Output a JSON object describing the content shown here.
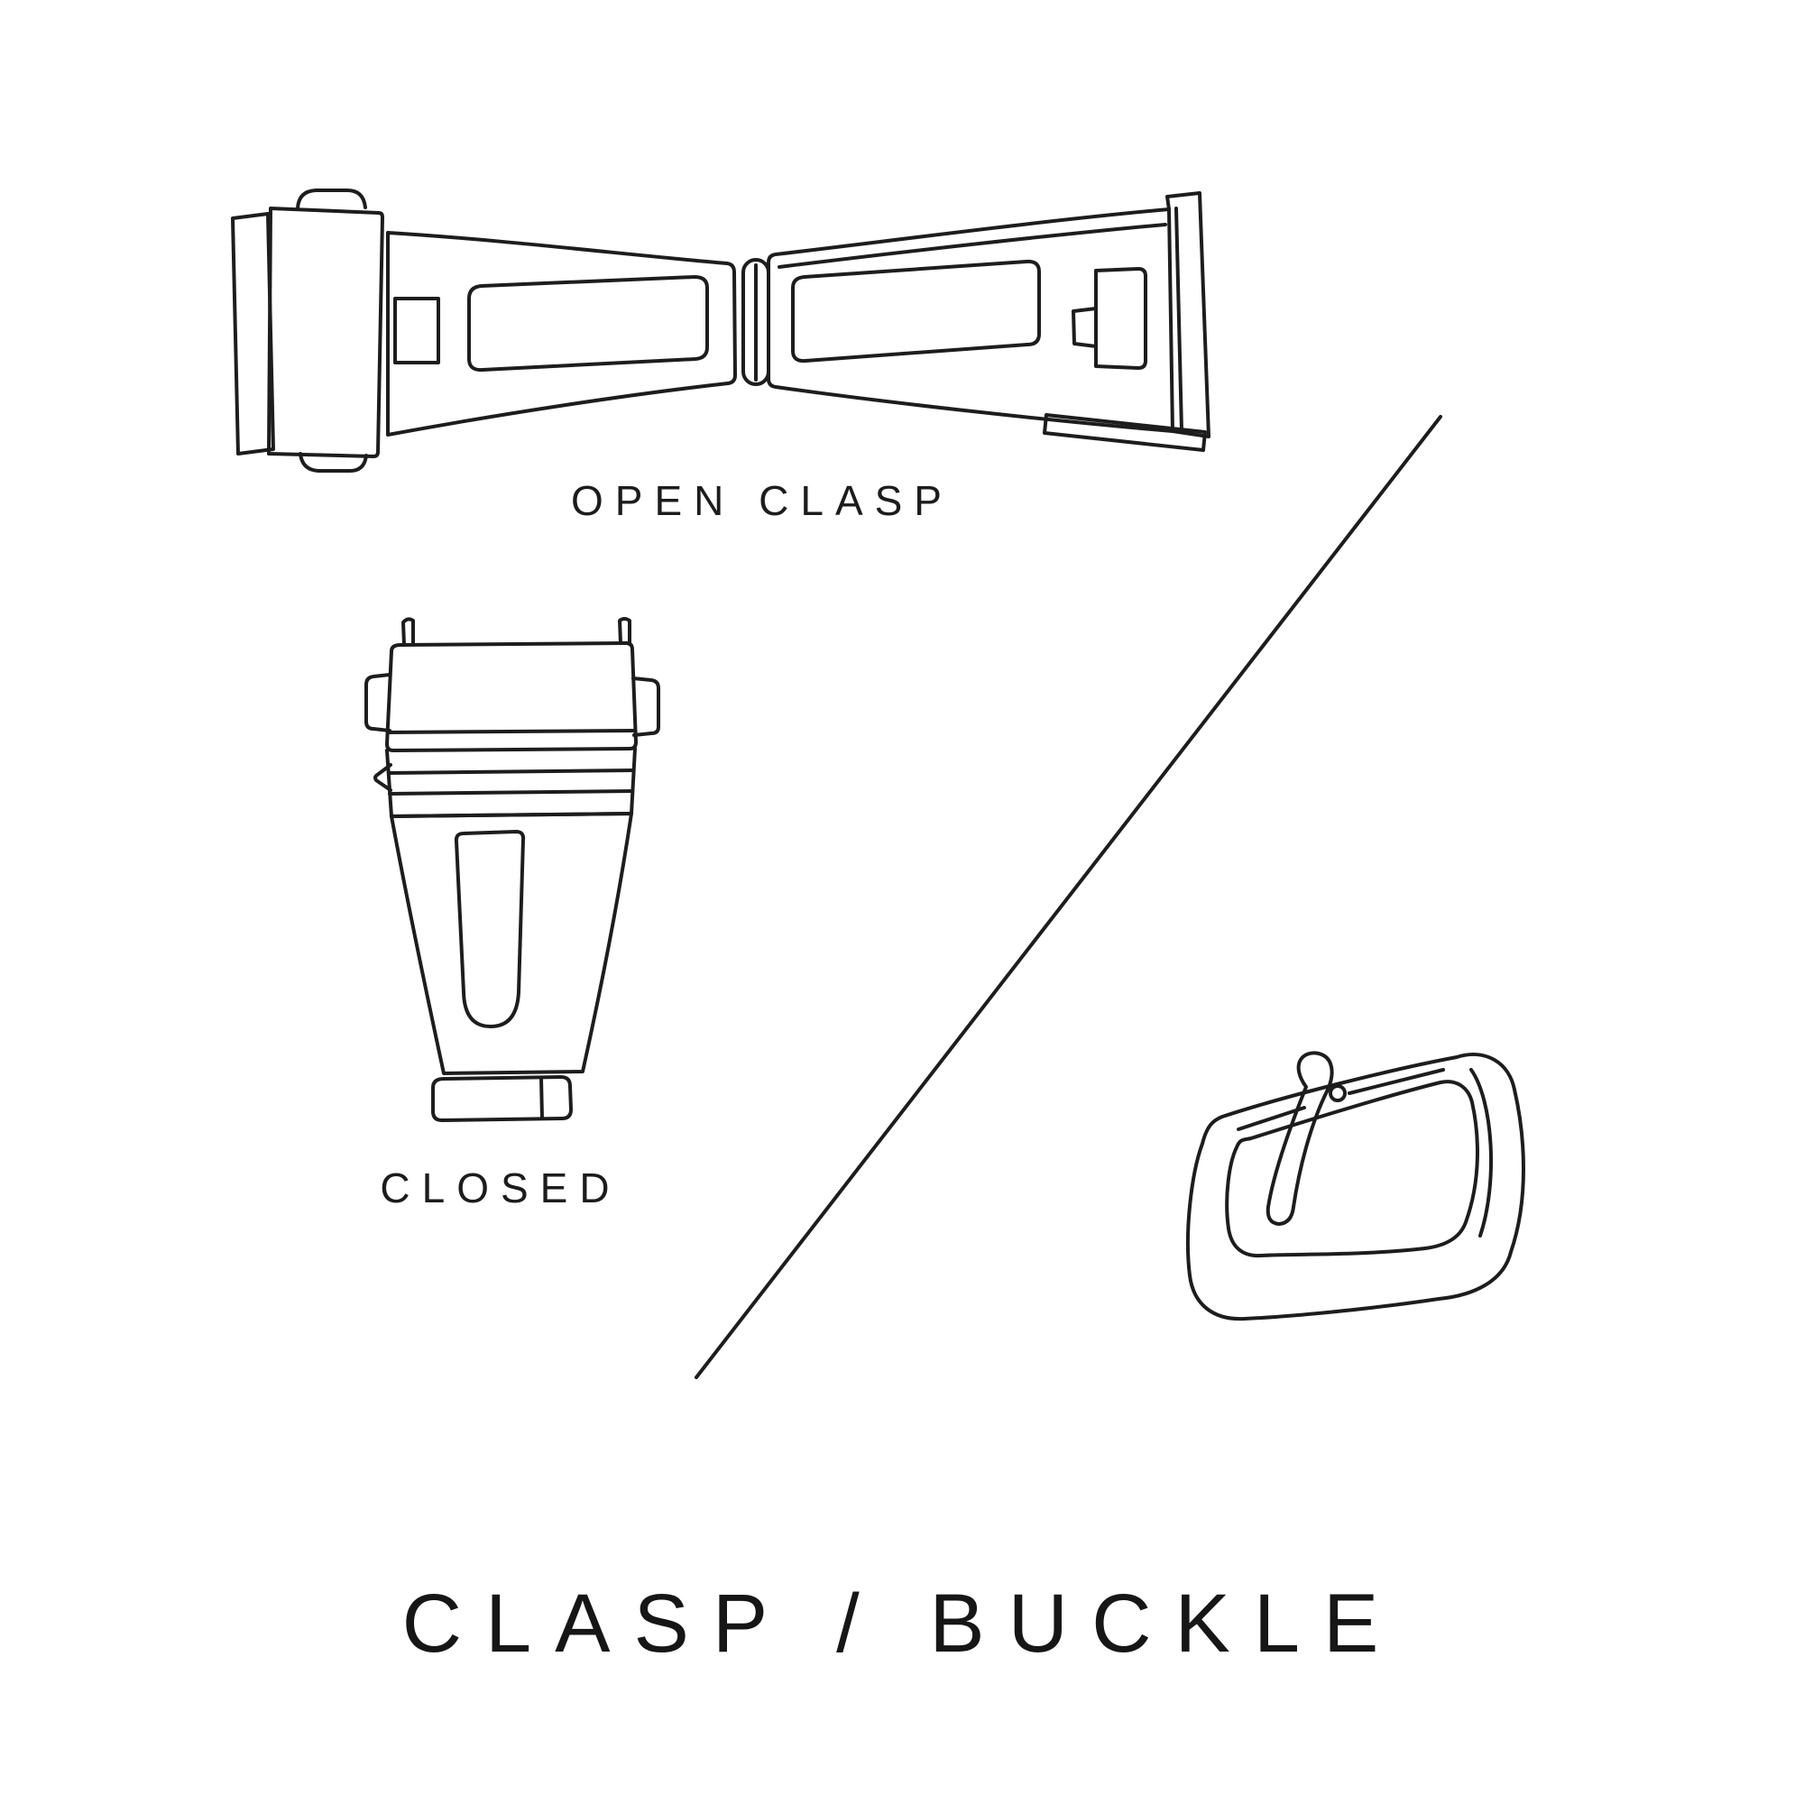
{
  "colors": {
    "background": "#ffffff",
    "ink": "#1d1d1d"
  },
  "labels": {
    "open_clasp": "OPEN CLASP",
    "closed": "CLOSED"
  },
  "title": "CLASP / BUCKLE",
  "illustrations": [
    {
      "name": "open-clasp-illustration",
      "caption": "OPEN CLASP"
    },
    {
      "name": "closed-clasp-illustration",
      "caption": "CLOSED"
    },
    {
      "name": "pin-buckle-illustration",
      "caption": ""
    }
  ]
}
